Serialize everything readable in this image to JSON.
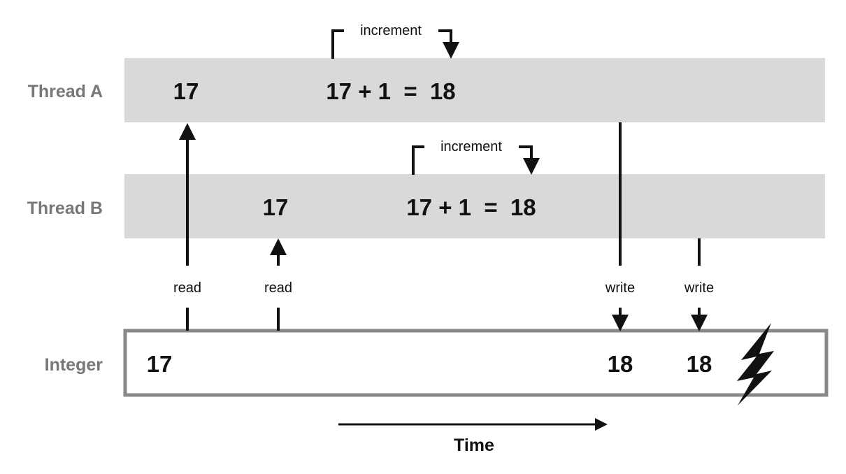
{
  "rows": {
    "thread_a": "Thread A",
    "thread_b": "Thread B",
    "integer": "Integer"
  },
  "thread_a": {
    "read_value": "17",
    "equation": "17 + 1  =  18",
    "increment_label": "increment"
  },
  "thread_b": {
    "read_value": "17",
    "equation": "17 + 1  =  18",
    "increment_label": "increment"
  },
  "integer": {
    "initial_value": "17",
    "after_write_a": "18",
    "after_write_b": "18"
  },
  "operations": {
    "read_a": "read",
    "read_b": "read",
    "write_a": "write",
    "write_b": "write"
  },
  "axis": {
    "time_label": "Time"
  },
  "colors": {
    "thread_band": "#d9d9d9",
    "integer_border": "#888888",
    "label_gray": "#777777",
    "ink": "#111111"
  },
  "icons": {
    "conflict": "lightning-bolt-icon"
  }
}
